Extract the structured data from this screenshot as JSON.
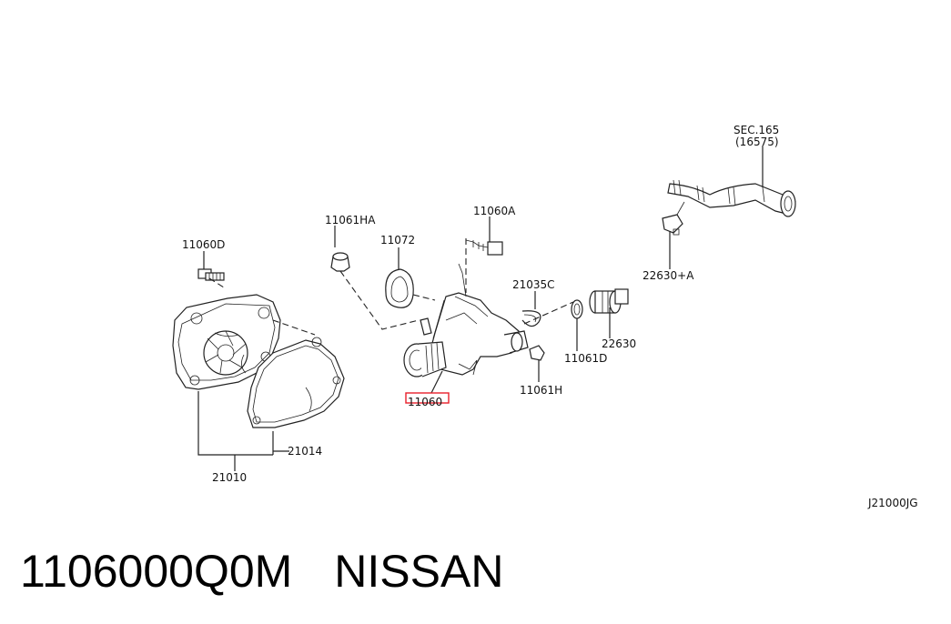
{
  "labels": {
    "sec_165": "SEC.165",
    "sec_165_ref": "(16575)",
    "p_11060D": "11060D",
    "p_11061HA": "11061HA",
    "p_11060A": "11060A",
    "p_11072": "11072",
    "p_21035C": "21035C",
    "p_22630A": "22630+A",
    "p_22630": "22630",
    "p_11061D": "11061D",
    "p_11061H": "11061H",
    "p_11060": "11060",
    "p_21014": "21014",
    "p_21010": "21010",
    "diagram_code": "J21000JG"
  },
  "caption": {
    "part_number": "1106000Q0M",
    "brand": "NISSAN"
  },
  "highlight_color": "#e8202a"
}
